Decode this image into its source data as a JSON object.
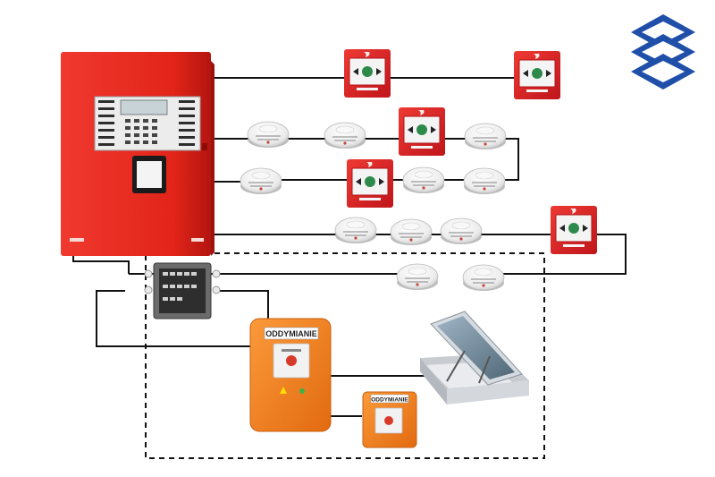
{
  "brand": {
    "logo_name": "layered-s-logo",
    "color": "#1f4fa8"
  },
  "control_panel": {
    "name": "fire-alarm-control-panel",
    "color": "#e32119"
  },
  "smoke_vent_controller": {
    "label": "ODDYMIANIE",
    "color": "#f07a14"
  },
  "vent_button": {
    "label": "ODDYMIANIE",
    "color": "#f07a14"
  },
  "manual_call_point": {
    "color": "#d81f1f"
  },
  "smoke_detector": {
    "color": "#f2f2f2"
  },
  "junction_box": {
    "color": "#5b5b5b"
  },
  "roof_vent": {
    "color": "#d9dde2"
  },
  "wiring": {
    "color": "#111111",
    "dashed_boundary": true
  }
}
